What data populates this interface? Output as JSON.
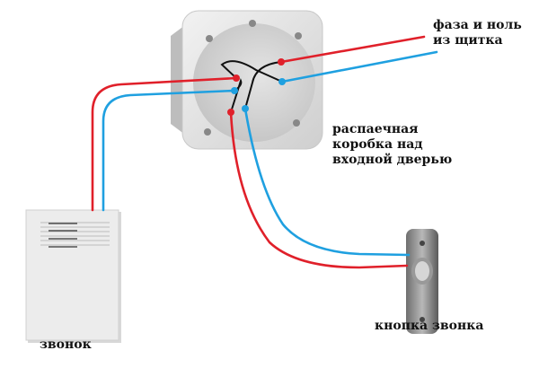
{
  "labels": {
    "supply": "фаза и ноль из щитка",
    "junction_box": "распаечная коробка над входной дверью",
    "bell": "звонок",
    "button": "кнопка звонка"
  },
  "colors": {
    "phase": "#e0202a",
    "neutral": "#1fa0e0",
    "jumper": "#111111"
  }
}
